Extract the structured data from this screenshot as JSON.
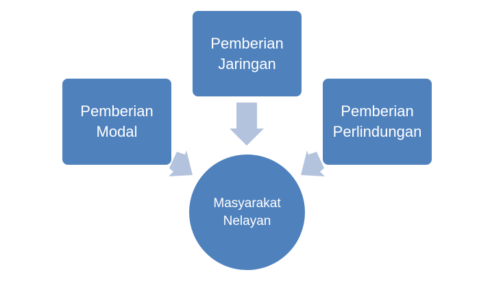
{
  "colors": {
    "node": "#4F81BD",
    "arrow": "#B3C3DD"
  },
  "nodes": {
    "top": {
      "line1": "Pemberian",
      "line2": "Jaringan"
    },
    "left": {
      "line1": "Pemberian",
      "line2": "Modal"
    },
    "right": {
      "line1": "Pemberian",
      "line2": "Perlindungan"
    },
    "center": {
      "line1": "Masyarakat",
      "line2": "Nelayan"
    }
  }
}
